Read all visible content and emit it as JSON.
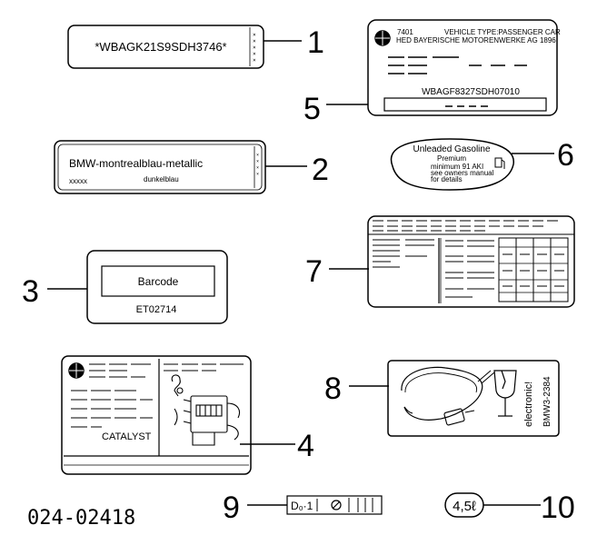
{
  "diagram_code": "024-02418",
  "callouts": [
    "1",
    "2",
    "3",
    "4",
    "5",
    "6",
    "7",
    "8",
    "9",
    "10"
  ],
  "labels": {
    "vin_label": {
      "text": "*WBAGK21S9SDH3746*"
    },
    "paint_label": {
      "name": "BMW-montrealblau-metallic",
      "subname": "dunkelblau",
      "code": "xxxxx"
    },
    "barcode_label": {
      "box_text": "Barcode",
      "code": "ET02714"
    },
    "catalyst_label": {
      "text": "CATALYST"
    },
    "type_plate": {
      "num": "7401",
      "header1": "VEHICLE TYPE:PASSENGER CAR",
      "header2": "HED BAYERISCHE MOTORENWERKE AG 1896",
      "vin": "WBAGF8327SDH07010"
    },
    "fuel_label": {
      "title": "Unleaded Gasoline",
      "line1": "Premium",
      "line2": "minimum 91 AKI",
      "line3": "see owners manual",
      "line4": "for details"
    },
    "electronic_label": {
      "word": "electronic!",
      "code": "BMW3-2384"
    },
    "oil_label": {
      "text": "4,5ℓ"
    }
  }
}
